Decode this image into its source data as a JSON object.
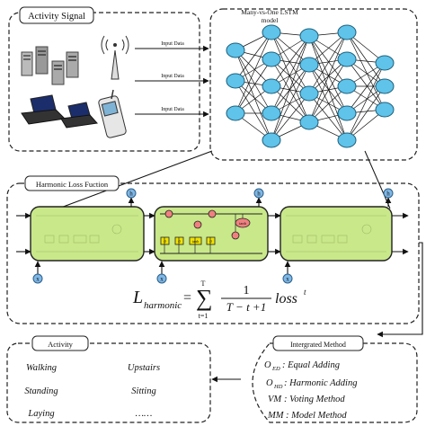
{
  "activity_signal": {
    "title": "Activity Signal"
  },
  "input_labels": [
    "Input Data",
    "Input Data",
    "Input Data"
  ],
  "lstm_model": {
    "title_line1": "Many-vs-One LSTM",
    "title_line2": "model"
  },
  "harmonic_loss": {
    "title": "Harmonic Loss Fuction",
    "formula": {
      "lhs_main": "L",
      "lhs_sub": "harmonic",
      "sum_top": "T",
      "sum_bottom": "t=1",
      "numerator": "1",
      "denominator": "T − t +1",
      "term": "loss",
      "term_sup": "t"
    },
    "cell_symbols": {
      "h": "h",
      "x": "x",
      "sigma": "σ",
      "tanh": "tanh"
    }
  },
  "activity_panel": {
    "title": "Activity",
    "items": [
      "Walking",
      "Upstairs",
      "Standing",
      "Sitting",
      "Laying",
      "……"
    ]
  },
  "integrated_method": {
    "title": "Intergrated Method",
    "items": [
      {
        "sym": "O",
        "sub": "ED",
        "text": ": Equal Adding"
      },
      {
        "sym": "O",
        "sub": "HD",
        "text": ": Harmonic Adding"
      },
      {
        "sym": "VM",
        "sub": "",
        "text": ": Voting Method"
      },
      {
        "sym": "MM",
        "sub": "",
        "text": ": Model Method"
      }
    ]
  },
  "colors": {
    "cell": "#c9e88a",
    "node": "#5fc3ea",
    "gate": "#f2e200",
    "op": "#f08080"
  }
}
